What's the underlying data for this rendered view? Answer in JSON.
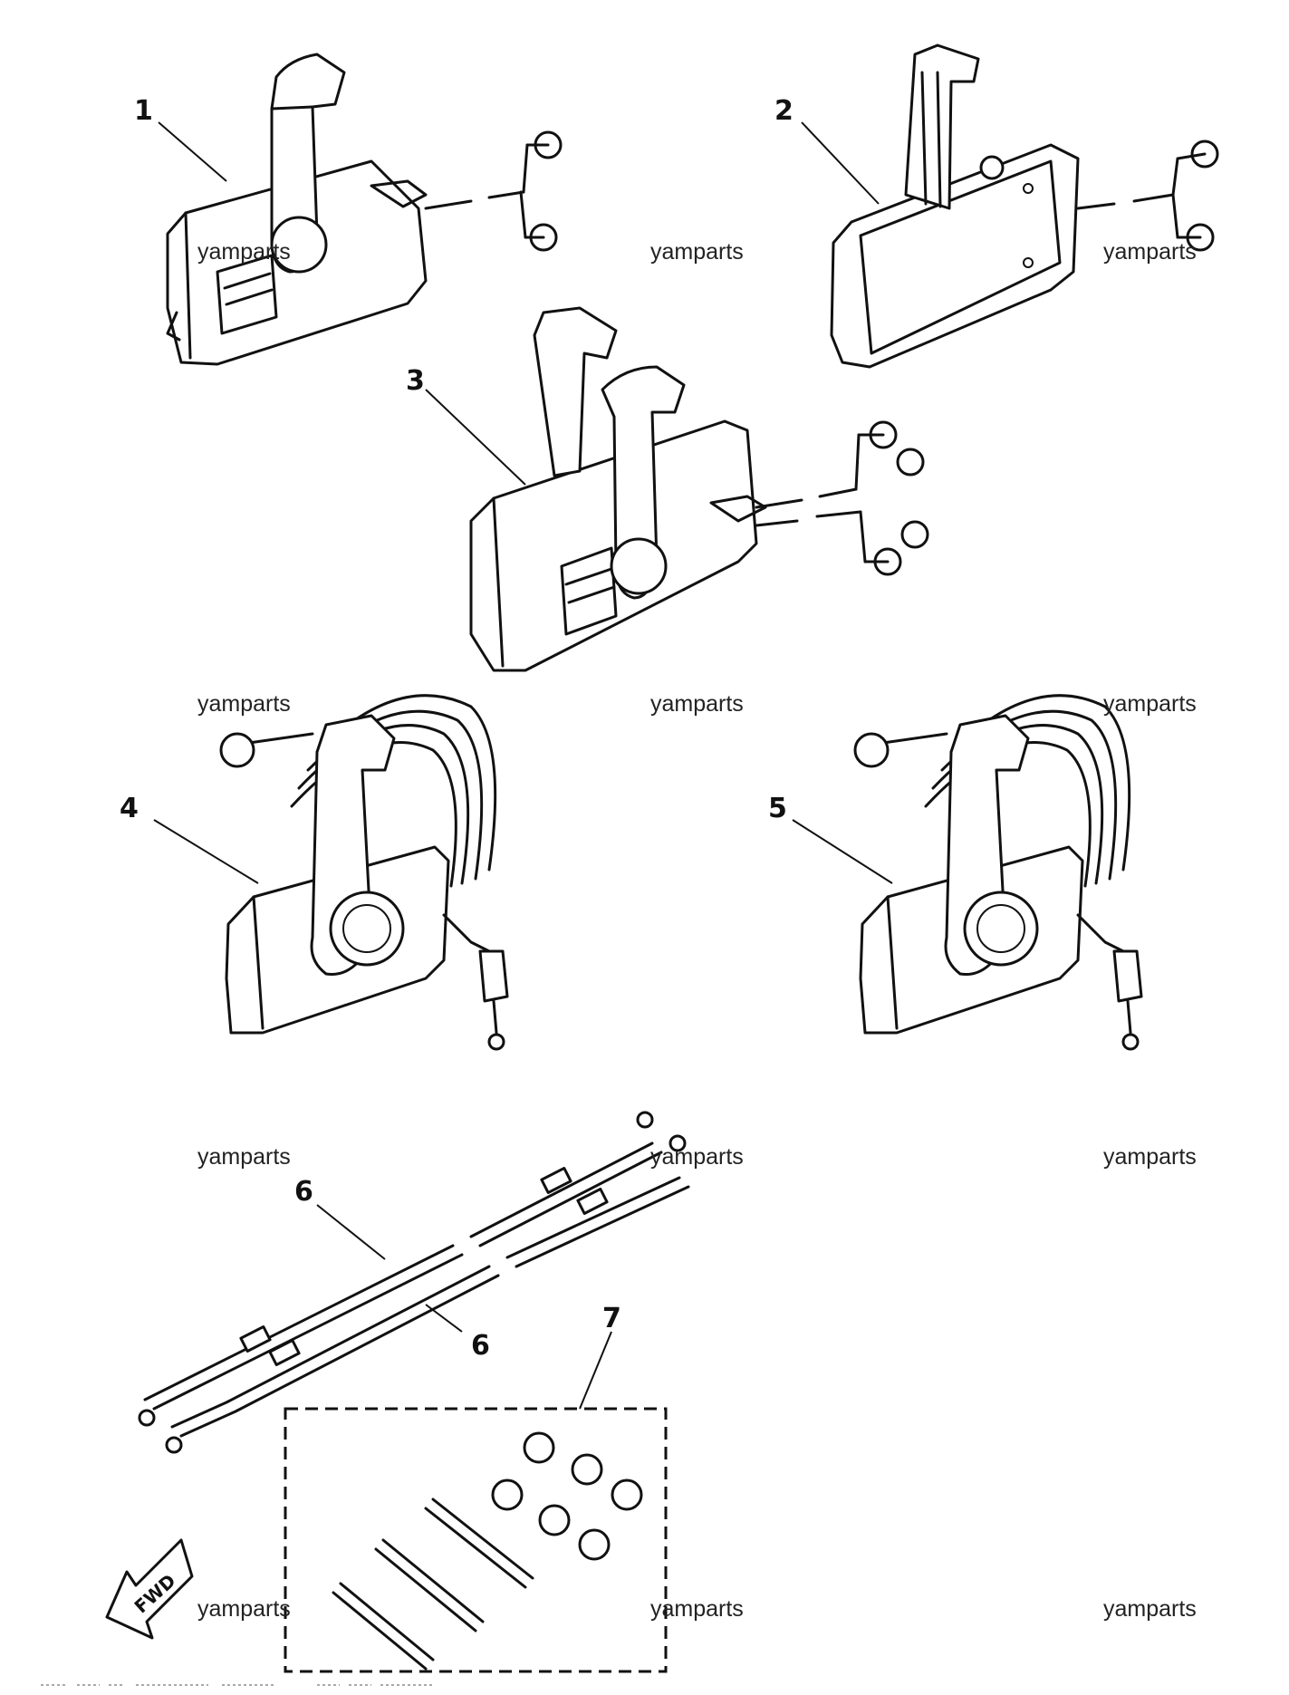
{
  "callouts": {
    "c1": "1",
    "c2": "2",
    "c3": "3",
    "c4": "4",
    "c5": "5",
    "c6a": "6",
    "c6b": "6",
    "c7": "7"
  },
  "watermark": "yamparts",
  "fwd_label": "FWD",
  "icons": {
    "fwd": "fwd-arrow-icon"
  }
}
